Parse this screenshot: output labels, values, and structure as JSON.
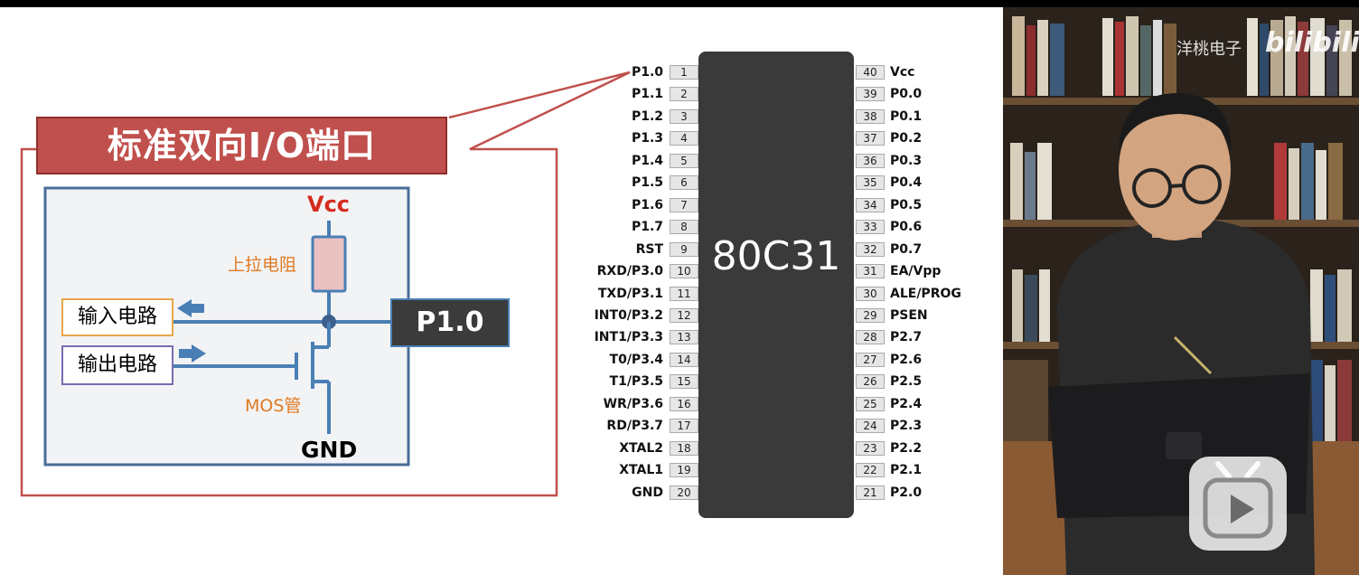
{
  "title": "标准双向I/O端口",
  "circuit": {
    "vcc_label": "Vcc",
    "resistor_label": "上拉电阻",
    "input_label": "输入电路",
    "output_label": "输出电路",
    "mos_label": "MOS管",
    "gnd_label": "GND",
    "port_label": "P1.0"
  },
  "chip": {
    "name": "80C31",
    "left_pins": [
      {
        "num": "1",
        "name": "P1.0"
      },
      {
        "num": "2",
        "name": "P1.1"
      },
      {
        "num": "3",
        "name": "P1.2"
      },
      {
        "num": "4",
        "name": "P1.3"
      },
      {
        "num": "5",
        "name": "P1.4"
      },
      {
        "num": "6",
        "name": "P1.5"
      },
      {
        "num": "7",
        "name": "P1.6"
      },
      {
        "num": "8",
        "name": "P1.7"
      },
      {
        "num": "9",
        "name": "RST"
      },
      {
        "num": "10",
        "name": "RXD/P3.0"
      },
      {
        "num": "11",
        "name": "TXD/P3.1"
      },
      {
        "num": "12",
        "name": "INT0/P3.2"
      },
      {
        "num": "13",
        "name": "INT1/P3.3"
      },
      {
        "num": "14",
        "name": "T0/P3.4"
      },
      {
        "num": "15",
        "name": "T1/P3.5"
      },
      {
        "num": "16",
        "name": "WR/P3.6"
      },
      {
        "num": "17",
        "name": "RD/P3.7"
      },
      {
        "num": "18",
        "name": "XTAL2"
      },
      {
        "num": "19",
        "name": "XTAL1"
      },
      {
        "num": "20",
        "name": "GND"
      }
    ],
    "right_pins": [
      {
        "num": "40",
        "name": "Vcc"
      },
      {
        "num": "39",
        "name": "P0.0"
      },
      {
        "num": "38",
        "name": "P0.1"
      },
      {
        "num": "37",
        "name": "P0.2"
      },
      {
        "num": "36",
        "name": "P0.3"
      },
      {
        "num": "35",
        "name": "P0.4"
      },
      {
        "num": "34",
        "name": "P0.5"
      },
      {
        "num": "33",
        "name": "P0.6"
      },
      {
        "num": "32",
        "name": "P0.7"
      },
      {
        "num": "31",
        "name": "EA/Vpp"
      },
      {
        "num": "30",
        "name": "ALE/PROG"
      },
      {
        "num": "29",
        "name": "PSEN"
      },
      {
        "num": "28",
        "name": "P2.7"
      },
      {
        "num": "27",
        "name": "P2.6"
      },
      {
        "num": "26",
        "name": "P2.5"
      },
      {
        "num": "25",
        "name": "P2.4"
      },
      {
        "num": "24",
        "name": "P2.3"
      },
      {
        "num": "23",
        "name": "P2.2"
      },
      {
        "num": "22",
        "name": "P2.1"
      },
      {
        "num": "21",
        "name": "P2.0"
      }
    ]
  },
  "video": {
    "watermark": "洋桃电子",
    "logo_text": "bilibili",
    "play_icon": "play-icon"
  }
}
